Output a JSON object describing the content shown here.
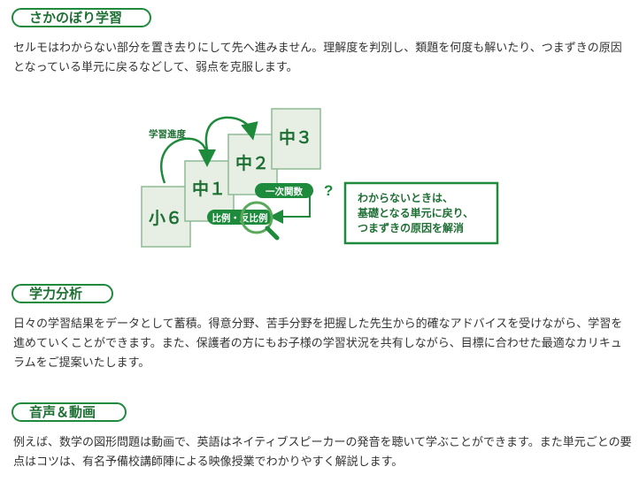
{
  "sections": [
    {
      "heading": "さかのぼり学習",
      "body": "セルモはわからない部分を置き去りにして先へ進みません。理解度を判別し、類題を何度も解いたり、つまずきの原因となっている単元に戻るなどして、弱点を克服します。"
    },
    {
      "heading": "学力分析",
      "body": "日々の学習結果をデータとして蓄積。得意分野、苦手分野を把握した先生から的確なアドバイスを受けながら、学習を進めていくことができます。また、保護者の方にもお子様の学習状況を共有しながら、目標に合わせた最適なカリキュラムをご提案いたします。"
    },
    {
      "heading": "音声＆動画",
      "body": "例えば、数学の図形問題は動画で、英語はネイティブスピーカーの発音を聴いて学ぶことができます。また単元ごとの要点はコツは、有名予備校講師陣による映像授業でわかりやすく解説します。"
    }
  ],
  "diagram": {
    "progress_label": "学習進度",
    "grades": [
      "小６",
      "中１",
      "中２",
      "中３"
    ],
    "topic_tag": "一次関数",
    "question_mark": "?",
    "review_tag": "比例・反比例",
    "callout_lines": [
      "わからないときは、",
      "基礎となる単元に戻り、",
      "つまずきの原因を解消"
    ],
    "colors": {
      "green": "#1e8a3c",
      "box_fill": "#e7efe4",
      "box_border": "#8dba93"
    }
  }
}
